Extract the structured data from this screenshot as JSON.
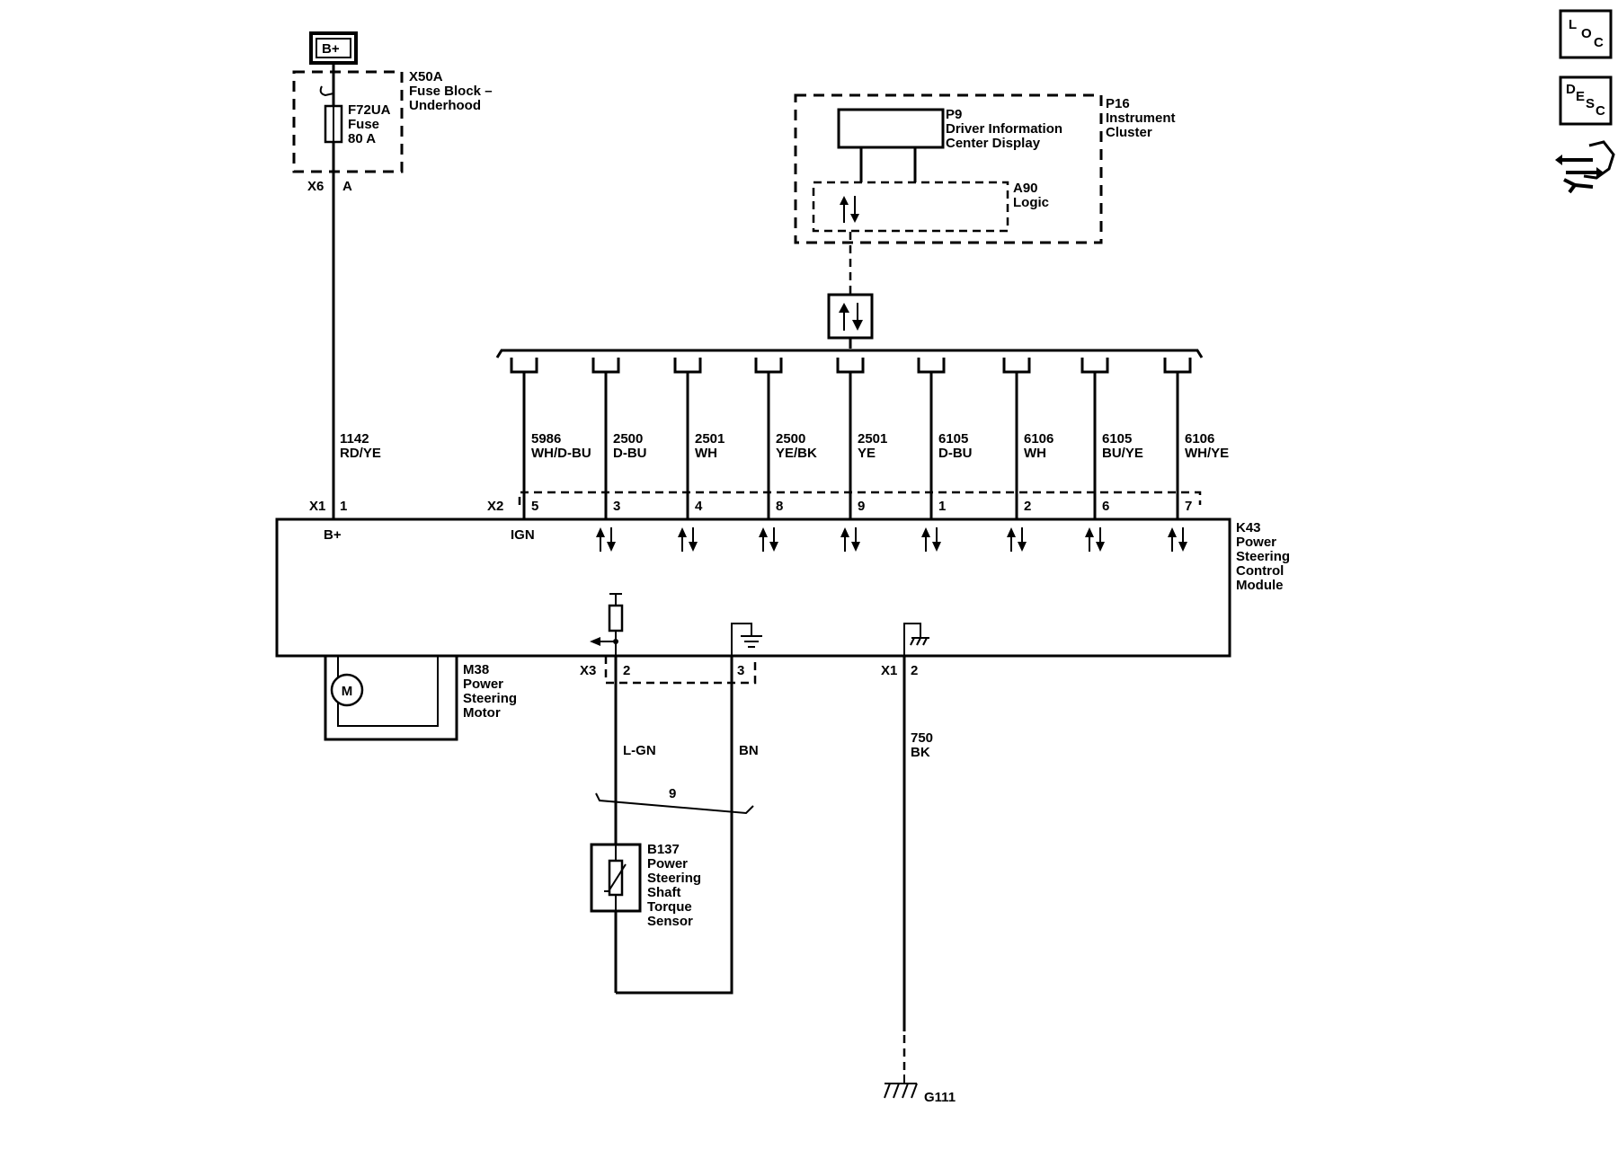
{
  "power": {
    "label": "B+"
  },
  "fuse_block": {
    "ref": "X50A",
    "name_line1": "Fuse Block –",
    "name_line2": "Underhood",
    "fuse_ref": "F72UA",
    "fuse_word": "Fuse",
    "fuse_rating": "80 A",
    "connector": "X6",
    "pin": "A"
  },
  "instrument_cluster": {
    "ref": "P16",
    "name_line1": "Instrument",
    "name_line2": "Cluster",
    "display_ref": "P9",
    "display_line1": "Driver Information",
    "display_line2": "Center Display",
    "logic_ref": "A90",
    "logic_name": "Logic"
  },
  "b_plus_wire": {
    "circuit": "1142",
    "color": "RD/YE",
    "connector": "X1",
    "pin": "1",
    "module_label": "B+"
  },
  "module": {
    "ref": "K43",
    "name_line1": "Power",
    "name_line2": "Steering",
    "name_line3": "Control",
    "name_line4": "Module",
    "x2_connector": "X2",
    "ign_label": "IGN"
  },
  "x2_wires": [
    {
      "circuit": "5986",
      "color": "WH/D-BU",
      "pin": "5"
    },
    {
      "circuit": "2500",
      "color": "D-BU",
      "pin": "3"
    },
    {
      "circuit": "2501",
      "color": "WH",
      "pin": "4"
    },
    {
      "circuit": "2500",
      "color": "YE/BK",
      "pin": "8"
    },
    {
      "circuit": "2501",
      "color": "YE",
      "pin": "9"
    },
    {
      "circuit": "6105",
      "color": "D-BU",
      "pin": "1"
    },
    {
      "circuit": "6106",
      "color": "WH",
      "pin": "2"
    },
    {
      "circuit": "6105",
      "color": "BU/YE",
      "pin": "6"
    },
    {
      "circuit": "6106",
      "color": "WH/YE",
      "pin": "7"
    }
  ],
  "motor": {
    "ref": "M38",
    "line1": "Power",
    "line2": "Steering",
    "line3": "Motor",
    "symbol": "M"
  },
  "x3": {
    "connector": "X3",
    "pin_a": "2",
    "pin_b": "3",
    "wire_a_color": "L-GN",
    "wire_b_color": "BN",
    "twist_label": "9"
  },
  "torque_sensor": {
    "ref": "B137",
    "line1": "Power",
    "line2": "Steering",
    "line3": "Shaft",
    "line4": "Torque",
    "line5": "Sensor"
  },
  "ground": {
    "connector": "X1",
    "pin": "2",
    "circuit": "750",
    "color": "BK",
    "ground_ref": "G111"
  },
  "side_icons": {
    "loc": {
      "l": "L",
      "o": "O",
      "c": "C"
    },
    "desc": {
      "d": "D",
      "e": "E",
      "s": "S",
      "c": "C"
    }
  }
}
